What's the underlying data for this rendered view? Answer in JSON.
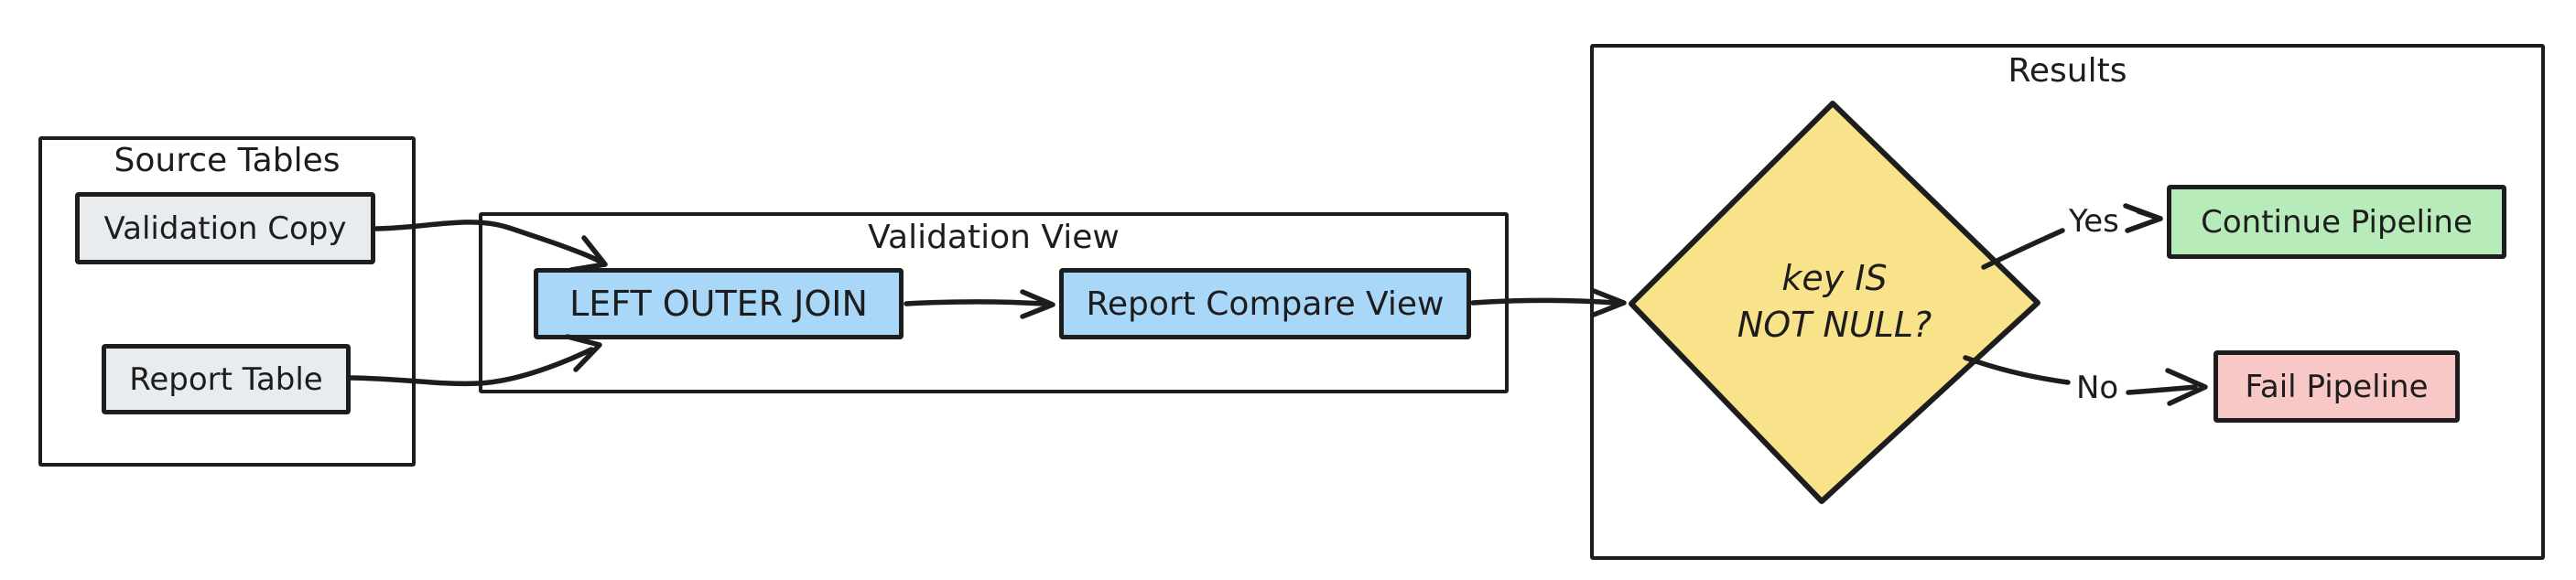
{
  "canvas": {
    "background": "#ffffff",
    "stroke_color": "#1d1d1d"
  },
  "groups": {
    "source_tables": {
      "title": "Source Tables"
    },
    "validation_view": {
      "title": "Validation View"
    },
    "results": {
      "title": "Results"
    }
  },
  "nodes": {
    "validation_copy": {
      "label": "Validation Copy",
      "fill": "#e9ecef"
    },
    "report_table": {
      "label": "Report Table",
      "fill": "#e9ecef"
    },
    "left_outer_join": {
      "label": "LEFT OUTER JOIN",
      "fill": "#a9d7f7"
    },
    "report_compare_view": {
      "label": "Report Compare View",
      "fill": "#a9d7f7"
    },
    "key_not_null_decision": {
      "label_line1": "key IS",
      "label_line2": "NOT NULL?",
      "fill": "#f9e38a"
    },
    "continue_pipeline": {
      "label": "Continue Pipeline",
      "fill": "#b7ecba"
    },
    "fail_pipeline": {
      "label": "Fail Pipeline",
      "fill": "#f7c8c6"
    }
  },
  "edges": {
    "yes_label": "Yes",
    "no_label": "No"
  }
}
